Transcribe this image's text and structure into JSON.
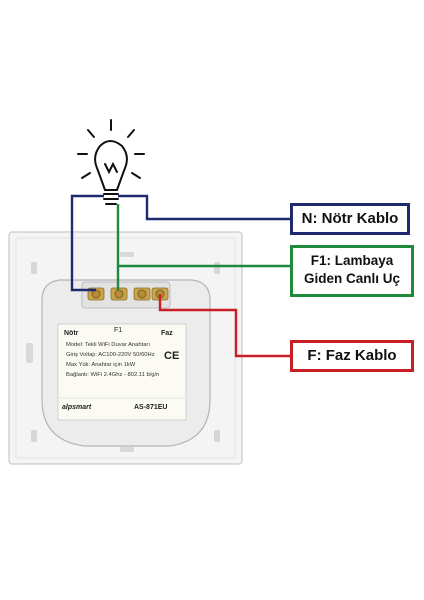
{
  "callouts": {
    "neutral": "N: Nötr Kablo",
    "f1_line1": "F1: Lambaya",
    "f1_line2": "Giden Canlı Uç",
    "phase": "F: Faz Kablo"
  },
  "device": {
    "terminal_left": "Nötr",
    "terminal_mid": "F1",
    "terminal_right": "Faz",
    "label_lines": [
      "Model: Tekli WiFi Duvar Anahtarı",
      "Giriş Voltajı: AC100-220V 50/60Hz",
      "Max Yük: Anahtar için 1kW",
      "Bağlantı: WiFi 2.4Ghz - 802.11 b/g/n"
    ],
    "ce_mark": "CE",
    "brand": "alpsmart",
    "model_code": "AS-871EU"
  },
  "colors": {
    "neutral": "#1f2a6e",
    "live": "#1f8a3b",
    "phase": "#c81e24",
    "plate": "#f3f3f3"
  }
}
